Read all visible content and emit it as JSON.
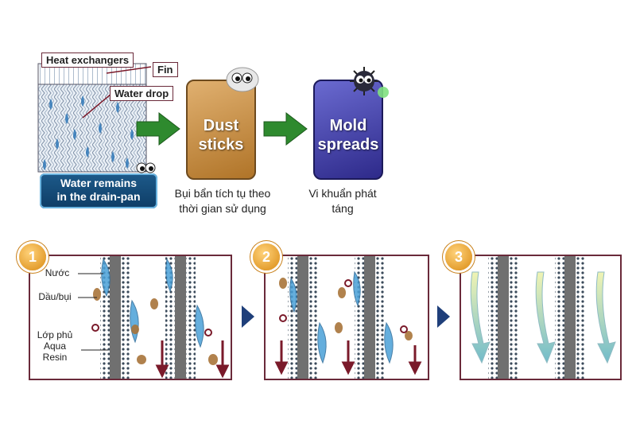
{
  "top": {
    "labels": {
      "heat_exchangers": "Heat exchangers",
      "fin": "Fin",
      "water_drop": "Water drop"
    },
    "water_banner": [
      "Water remains",
      "in the drain-pan"
    ],
    "stage_dust": [
      "Dust",
      "sticks"
    ],
    "stage_mold": [
      "Mold",
      "spreads"
    ],
    "caption_dust": [
      "Bụi bẩn tích tụ theo",
      "thời gian sử dụng"
    ],
    "caption_mold": [
      "Vi khuẩn phát",
      "táng"
    ]
  },
  "bottom": {
    "step_numbers": [
      "1",
      "2",
      "3"
    ],
    "legend": {
      "water": "Nước",
      "oil_dust": "Dầu/bụi",
      "coating": [
        "Lớp phủ",
        "Aqua",
        "Resin"
      ]
    }
  },
  "colors": {
    "panel_border": "#6a2a3a",
    "arrow_green": "#2e8a2e",
    "chevron_blue": "#1f3f7a",
    "drop_blue": "#4aa0d8",
    "dust_brown": "#a8743a",
    "down_arrow": "#7a1a2a"
  }
}
